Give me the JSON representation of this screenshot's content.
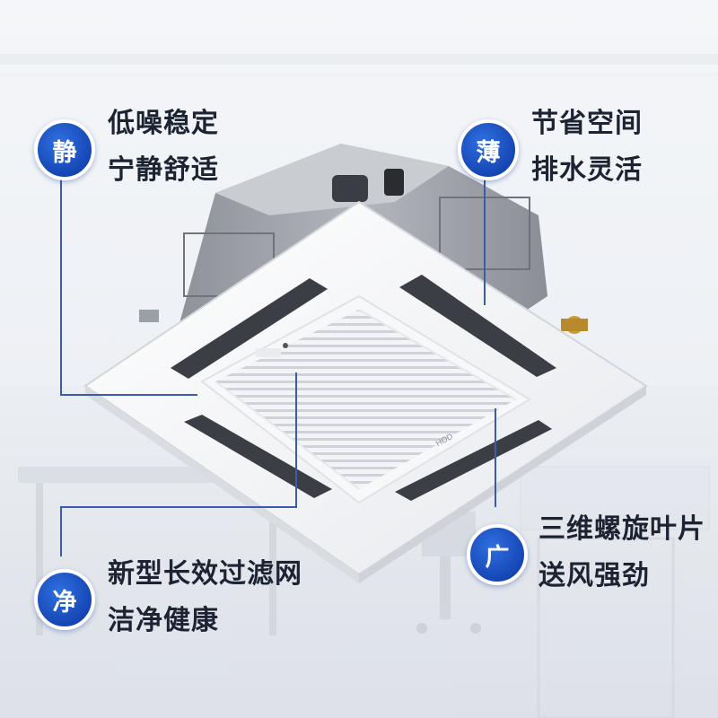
{
  "features": [
    {
      "id": "jing",
      "badge": "静",
      "line1": "低噪稳定",
      "line2": "宁静舒适"
    },
    {
      "id": "bao",
      "badge": "薄",
      "line1": "节省空间",
      "line2": "排水灵活"
    },
    {
      "id": "jing2",
      "badge": "净",
      "line1": "新型长效过滤网",
      "line2": "洁净健康"
    },
    {
      "id": "guang",
      "badge": "广",
      "line1": "三维螺旋叶片",
      "line2": "送风强劲"
    }
  ],
  "colors": {
    "badge": "#1a4fc4",
    "connector": "#3a5bb0",
    "text": "#1c2433"
  },
  "product": {
    "logo_text": "HOD"
  }
}
